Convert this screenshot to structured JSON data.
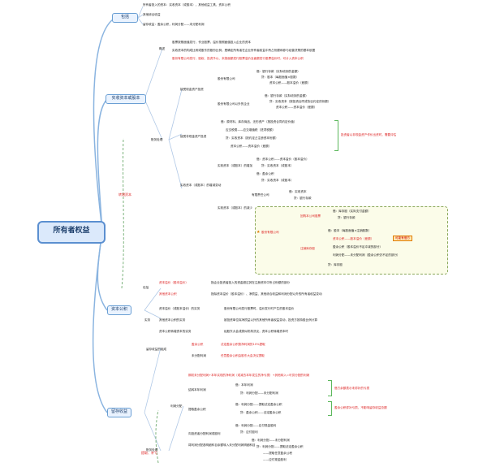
{
  "root": {
    "label": "所有者权益"
  },
  "branches": {
    "b1": "包括",
    "b2": "实收资本或股本",
    "b3": "资本公积",
    "b4": "留存收益"
  },
  "b1_items": [
    "所有者投入的资本：实收资本（或股本），其他权益工具，资本公积",
    "其他综合收益",
    "留存收益：盈余公积，利润分配——未分配利润"
  ],
  "b2": {
    "gaishu_label": "概述",
    "gaishu_items": [
      "股票按照面值发行，作业股票，溢价按照面值投入企业的资本",
      "实收资本的构成比例或股东的股份比例，是确定所有者在企业所有者权益中所占份额和参与经营决策的基本依据",
      "股份有限公司发行、股权、投资予以、未按面额发行股票溢价及面额发行股票溢价时，可计入资本公积"
    ],
    "zhangwu_label": "账务处理",
    "jieshou_label": "接受现金资产投资",
    "jieshou_gufen_label": "股份有限公司",
    "jieshou_gufen_items": [
      "借：银行存款（实际收到的金额）",
      "贷：股本（每股面值×股数）",
      "资本公积——股本溢价（差额）"
    ],
    "jieshou_other_label": "股份有限公司以外的企业",
    "jieshou_other_items": [
      "借：银行存款（实际收到的金额）",
      "贷：实收资本（按投资合同或协议约定的份额）",
      "资本公积——资本溢价（差额）"
    ],
    "feixian_label": "接受非现金资产投资",
    "feixian_items": [
      "借：原材料、库存商品、无形资产（按投资合同约定价值）",
      "应交税费——应交增值税（进项税额）",
      "贷：实收资本（按约定占注册资本份额）",
      "资本公积——资本溢价（差额）"
    ],
    "feixian_note": "投资者以非现金资产作价出资时，需要评估",
    "zengjian_label": "实收资本（或股本）的增减变动",
    "zengjia_label": "实收资本（或股本）的增加",
    "zengjia_items": [
      "借：资本公积——资本溢价（股本溢价）",
      "贷：实收资本（或股本）",
      "借：盈余公积",
      "贷：实收资本（或股本）"
    ],
    "jianshao_label": "实收资本（或股本）的减少",
    "jianshao_fen_label": "有限责任公司",
    "jianshao_fen_items": [
      "借：实收资本",
      "贷：银行存款"
    ],
    "huigou_label": "股份有限公司",
    "huigou_a_label": "回购本公司股票",
    "huigou_a_items": [
      "借：库存股（实际支付金额）",
      "贷：银行存款"
    ],
    "zhuxiao_label": "注销库存股",
    "zhuxiao_items": [
      "借：股本（每股面值×注销股数）",
      "资本公积——股本溢价（差额）",
      "盈余公积（股本溢价不足冲减的部分）",
      "利润分配——未分配利润（盈余公积仍不足的部分）",
      "贷：库存股"
    ],
    "callout": "可能有借方",
    "vertical_label": "转增资本"
  },
  "b3": {
    "baokuo_label": "包括",
    "baokuo_items": [
      "资本溢价（股本溢价）",
      "其他资本公积"
    ],
    "zibenyijia_desc": "指企业投资者投入的资金超过其在注册资本中所占份额的部分",
    "qita_desc": "指除资本溢价（股本溢价）、净损益、其他综合收益和利润分配以外的所有者权益变动",
    "shiwu_label": "实务",
    "shiwu_items": [
      "资本溢价（或股本溢价）的实务",
      "其他资本公积的实务",
      "资本公积转增资本的实务"
    ],
    "shiwu_descs": [
      "股份有限公司发行股票时，溢价发行时产生的股本溢价",
      "被投资单位除净损益以外的其他所有者权益变动，投资方按持股比例计算",
      "经股东大会或类似机构决议，资本公积转增资本时"
    ]
  },
  "b4": {
    "zucheng_label": "留存收益的组成",
    "zucheng_items": [
      "盈余公积",
      "未分配利润"
    ],
    "zucheng_descs": [
      "法定盈余公积按净利润的10%提取",
      "任意盈余公积由股东大会决议提取"
    ],
    "zhangwu_label": "账务处理",
    "lirun_label": "利润分配",
    "lirun_items": [
      "期初未分配利润+本年实现的净利润（或减去本年发生的净亏损）+其他转入=可供分配的利润",
      "结转本年利润",
      "提取盈余公积",
      "向投资者分配利润或股利"
    ],
    "lirun_subitems": [
      "借：本年利润",
      "贷：利润分配——未分配利润",
      "借：利润分配——提取法定盈余公积",
      "贷：盈余公积——法定盈余公积",
      "借：利润分配——应付现金股利",
      "贷：应付股利"
    ],
    "jiezhuan_desc": "将利润分配各明细科目余额转入未分配利润明细科目",
    "jiezhuan_items": [
      "借：利润分配——未分配利润",
      "贷：利润分配——提取法定盈余公积",
      "——提取任意盈余公积",
      "——应付现金股利"
    ],
    "green_notes": [
      "借方余额表示未弥补的亏损",
      "盈余公积弥补亏损，不影响留存收益总额"
    ],
    "vertical_label": "提取、补亏"
  },
  "colors": {
    "branch": "#6a9fd4",
    "root": "#5b8fd0",
    "red": "#dd2222",
    "green": "#1b8a2e",
    "orange": "#e07b00"
  }
}
